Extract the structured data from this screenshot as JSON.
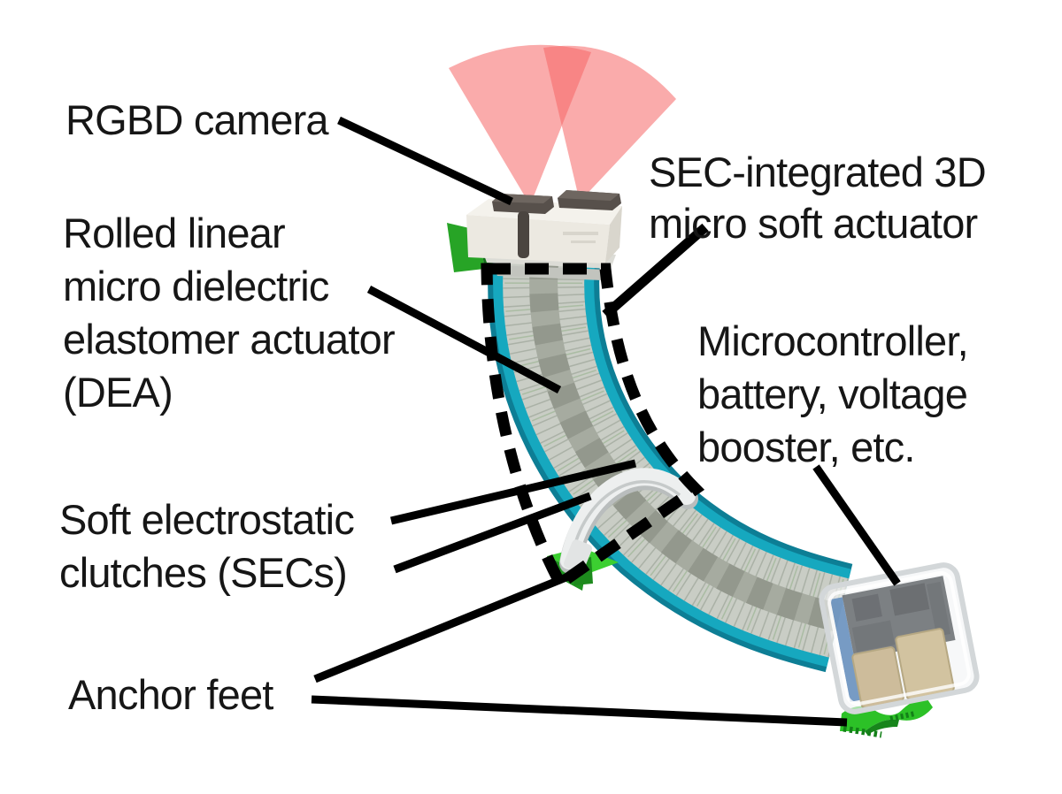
{
  "figure": {
    "type": "annotated-diagram",
    "subject": "Untethered soft robot with SEC-integrated 3D micro soft actuator, RGBD camera and anchor feet",
    "labels": {
      "rgbd_camera": {
        "text": "RGBD camera"
      },
      "sec_actuator": {
        "lines": [
          "SEC-integrated 3D",
          "micro soft actuator"
        ]
      },
      "dea": {
        "lines": [
          "Rolled linear",
          "micro dielectric",
          "elastomer actuator",
          "(DEA)"
        ]
      },
      "electronics": {
        "lines": [
          "Microcontroller,",
          "battery, voltage",
          "booster, etc."
        ]
      },
      "secs": {
        "lines": [
          "Soft electrostatic",
          "clutches (SECs)"
        ]
      },
      "anchor_feet": {
        "text": "Anchor feet"
      }
    },
    "colors": {
      "text": "#161616",
      "leader_line": "#000000",
      "dashed_outline": "#000000",
      "body_teal": "#16a8bf",
      "body_teal_dark": "#0d7e95",
      "body_gray": "#c9cdc5",
      "body_stripe_gray": "#a6aba0",
      "anchor_green": "#2cc127",
      "anchor_green_dark": "#1f9420",
      "camera_cone_red": "#f66666",
      "camera_box_white": "#f4f2ec",
      "camera_lens_gray": "#57504b",
      "clutch_ring_white": "#edefef",
      "electronics_shell": "#eef1f2",
      "pcb_blue": "#3e72ad",
      "pcb_dark": "#474b50",
      "battery_tan": "#c0a878"
    }
  }
}
